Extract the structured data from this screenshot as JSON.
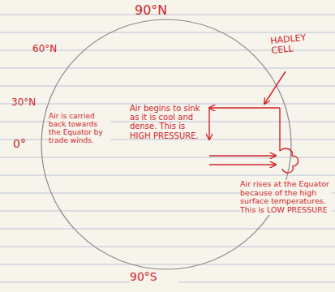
{
  "diagram": {
    "labels": [
      "90°N",
      "60°N",
      "30°N",
      "0°",
      "90°S",
      "Air is carried back towards the Equator by trade winds.",
      "Air begins to sink as it is cool and dense. This is HIGH PRESSURE.",
      "HADLEY CELL",
      "Air rises at the Equator because of the high surface temperatures. This is LOW PRESSURE"
    ]
  }
}
